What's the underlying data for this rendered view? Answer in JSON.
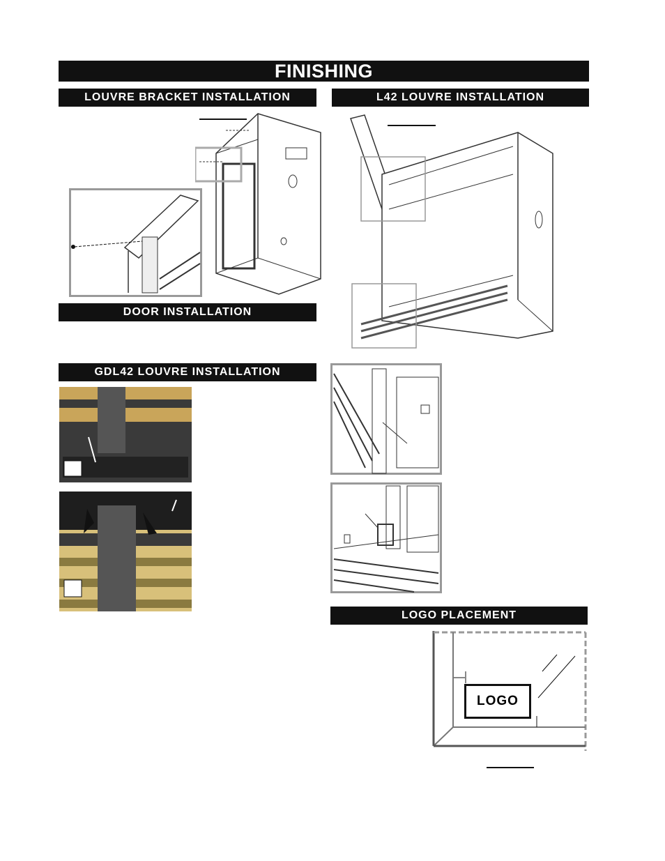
{
  "header": {
    "title": "FINISHING"
  },
  "sections": {
    "louvre_bracket": "LOUVRE BRACKET INSTALLATION",
    "l42_louvre": "L42 LOUVRE INSTALLATION",
    "door": "DOOR INSTALLATION",
    "gdl42_louvre": "GDL42 LOUVRE INSTALLATION",
    "logo_placement": "LOGO PLACEMENT"
  },
  "logo_diagram": {
    "logo_label": "LOGO"
  }
}
